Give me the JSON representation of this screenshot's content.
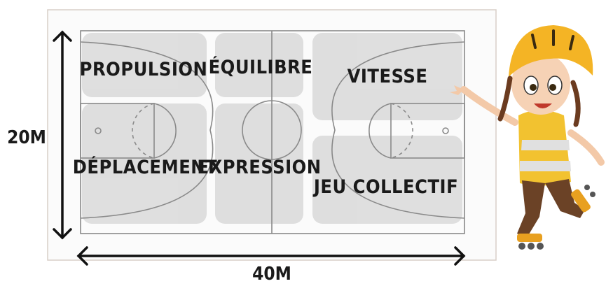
{
  "court": {
    "zones": [
      {
        "label": "PROPULSION"
      },
      {
        "label": "ÉQUILIBRE"
      },
      {
        "label": "VITESSE"
      },
      {
        "label": "DÉPLACEMENT"
      },
      {
        "label": "EXPRESSION"
      },
      {
        "label": "JEU COLLECTIF"
      }
    ],
    "height_label": "20M",
    "width_label": "40M"
  },
  "colors": {
    "zone_fill": "#d9d9d9",
    "court_lines": "#8a8a8a",
    "arrow": "#111111",
    "helmet": "#f4b425",
    "shirt": "#f2c230",
    "pants": "#6b4226",
    "skates": "#e8a020"
  },
  "illustration": {
    "icon": "girl-on-roller-skates-icon"
  }
}
